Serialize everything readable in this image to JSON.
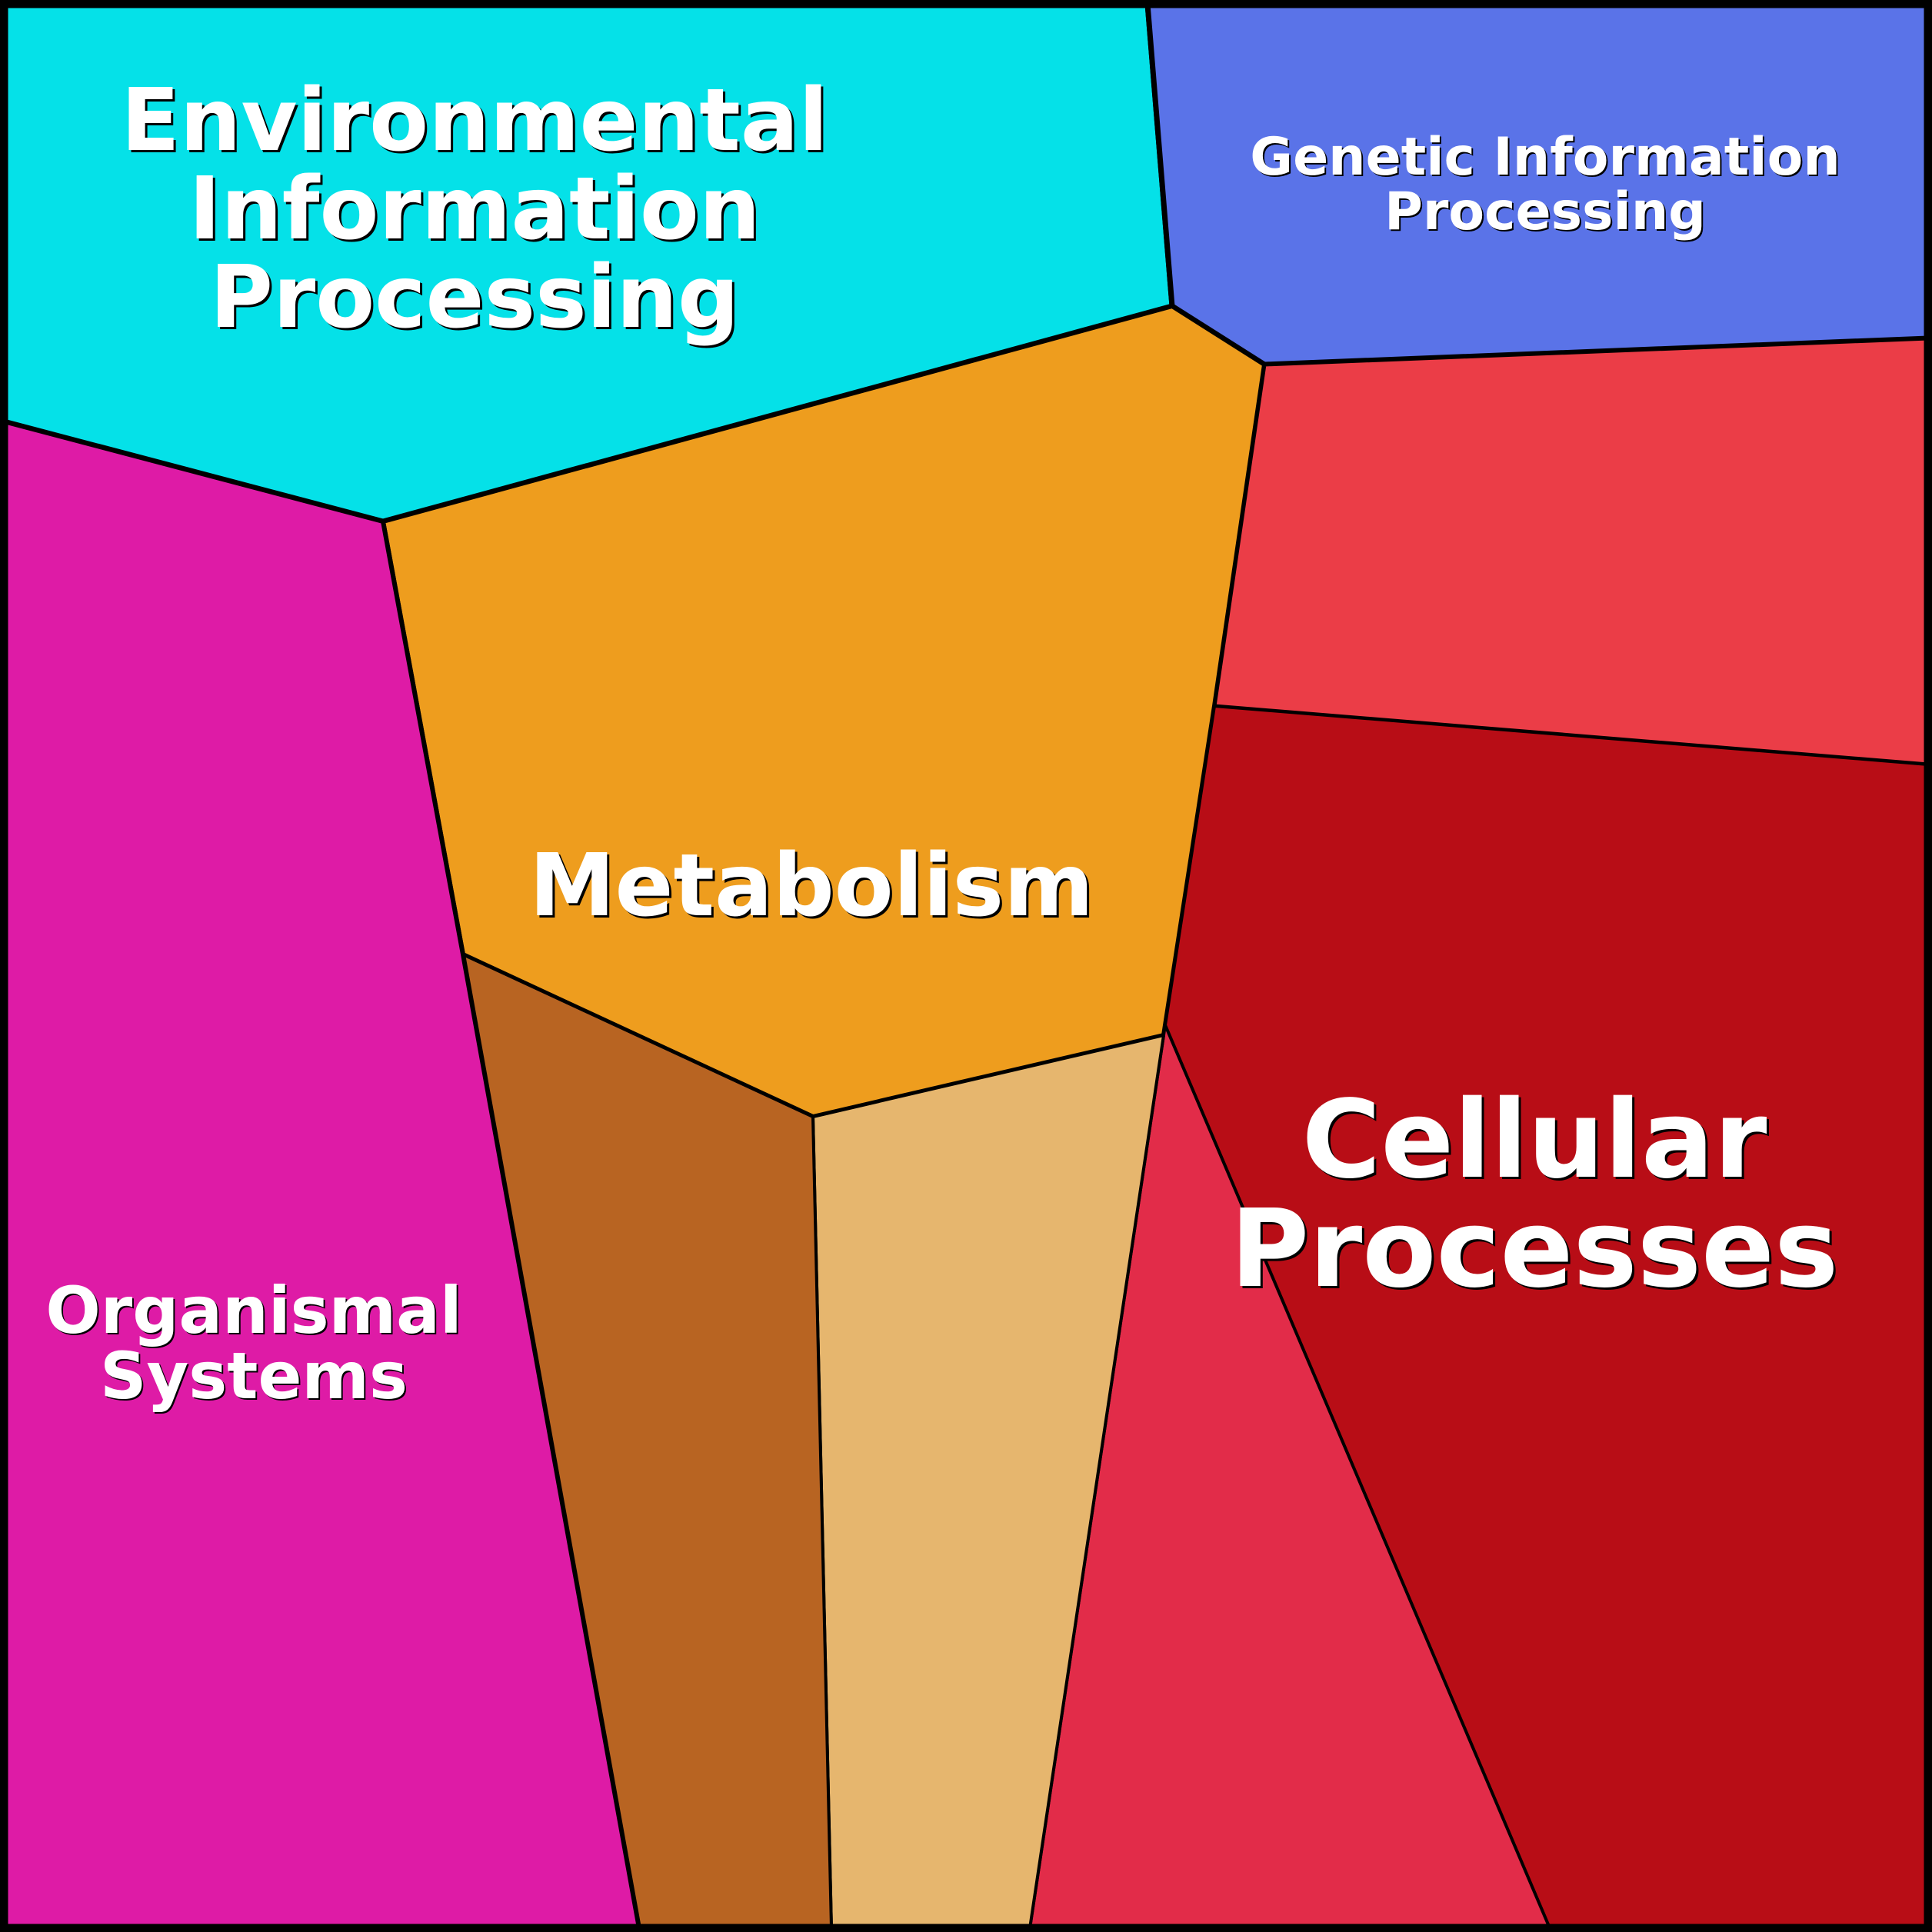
{
  "diagram": {
    "type": "voronoi-treemap",
    "cells": [
      {
        "id": "environmental",
        "label_lines": [
          "Environmental",
          "Information",
          "Processing"
        ],
        "color": "#05E1E8"
      },
      {
        "id": "genetic",
        "label_lines": [
          "Genetic Information",
          "Processing"
        ],
        "color": "#5A73E8"
      },
      {
        "id": "metabolism",
        "label_lines": [
          "Metabolism"
        ],
        "color": "#EE9D1E"
      },
      {
        "id": "cellular-sub-top",
        "label_lines": [],
        "color": "#EB3D47"
      },
      {
        "id": "cellular",
        "label_lines": [
          "Cellular",
          "Processes"
        ],
        "color": "#B80D16"
      },
      {
        "id": "cellular-sub-bottom",
        "label_lines": [],
        "color": "#E22C49"
      },
      {
        "id": "metabolism-sub-tan",
        "label_lines": [],
        "color": "#E6B66E"
      },
      {
        "id": "metabolism-sub-brown",
        "label_lines": [],
        "color": "#B86422"
      },
      {
        "id": "organismal",
        "label_lines": [
          "Organismal",
          "Systems"
        ],
        "color": "#DE1BA6"
      }
    ],
    "border_color": "#000000",
    "text_color": "#FFFFFF"
  }
}
